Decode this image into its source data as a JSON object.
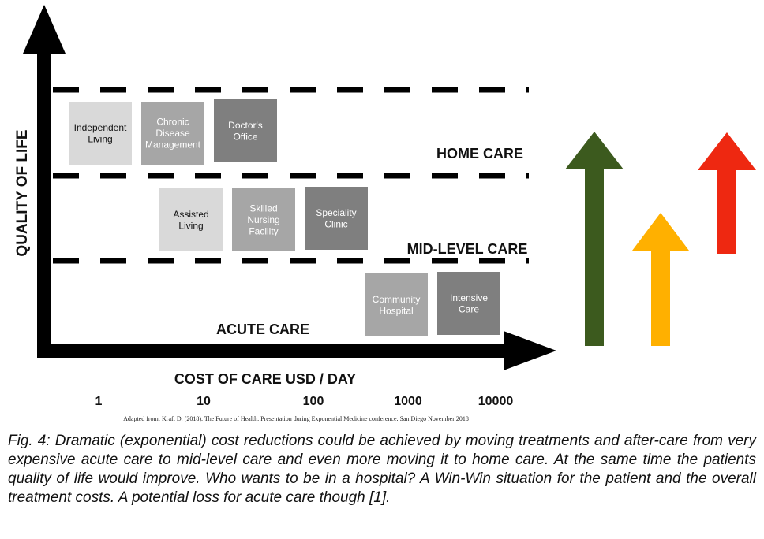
{
  "diagram": {
    "y_axis_label": "QUALITY OF LIFE",
    "x_axis_label": "COST OF CARE USD / DAY",
    "x_ticks": [
      "1",
      "10",
      "100",
      "1000",
      "10000"
    ],
    "zones": {
      "home": "HOME CARE",
      "mid": "MID-LEVEL CARE",
      "acute": "ACUTE CARE"
    },
    "boxes": [
      {
        "lines": [
          "Independent",
          "Living"
        ],
        "fill": "#d9d9d9",
        "text_color": "#111111"
      },
      {
        "lines": [
          "Chronic",
          "Disease",
          "Management"
        ],
        "fill": "#a6a6a6",
        "text_color": "#ffffff"
      },
      {
        "lines": [
          "Doctor's",
          "Office"
        ],
        "fill": "#7f7f7f",
        "text_color": "#ffffff"
      },
      {
        "lines": [
          "Assisted",
          "Living"
        ],
        "fill": "#d9d9d9",
        "text_color": "#111111"
      },
      {
        "lines": [
          "Skilled",
          "Nursing",
          "Facility"
        ],
        "fill": "#a6a6a6",
        "text_color": "#ffffff"
      },
      {
        "lines": [
          "Speciality",
          "Clinic"
        ],
        "fill": "#7f7f7f",
        "text_color": "#ffffff"
      },
      {
        "lines": [
          "Community",
          "Hospital"
        ],
        "fill": "#a6a6a6",
        "text_color": "#ffffff"
      },
      {
        "lines": [
          "Intensive",
          "Care"
        ],
        "fill": "#7f7f7f",
        "text_color": "#ffffff"
      }
    ],
    "arrows": [
      {
        "color": "#3c5a1e"
      },
      {
        "color": "#ffb000"
      },
      {
        "color": "#ee2811"
      }
    ],
    "source_note": "Adapted from: Kraft D. (2018). The Future of Health. Presentation during Exponential Medicine conference. San Diego November 2018"
  },
  "caption": "Fig. 4: Dramatic (exponential) cost reductions could be achieved by moving treatments and after-care from very expensive acute care to mid-level care and even more moving it to home care. At the same time the patients quality of life would improve. Who wants to be in a hospital? A Win-Win situation for the patient and the overall treatment costs. A potential loss for acute care though [1]."
}
